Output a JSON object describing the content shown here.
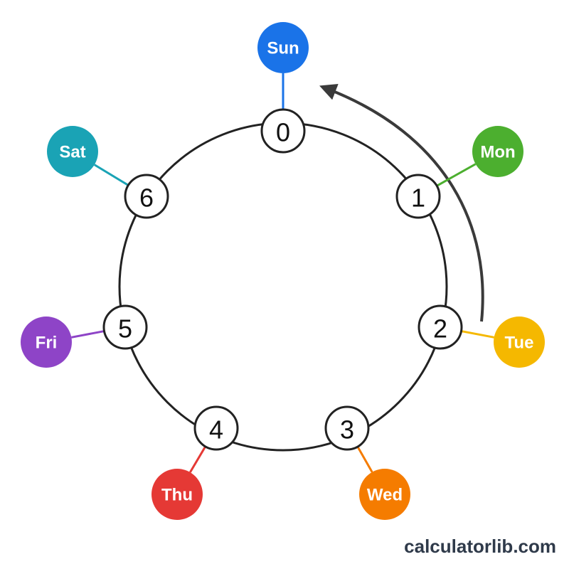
{
  "nodes": [
    {
      "number": "0",
      "day": "Sun",
      "color": "#1a73e8"
    },
    {
      "number": "1",
      "day": "Mon",
      "color": "#4caf2f"
    },
    {
      "number": "2",
      "day": "Tue",
      "color": "#f5b800"
    },
    {
      "number": "3",
      "day": "Wed",
      "color": "#f57c00"
    },
    {
      "number": "4",
      "day": "Thu",
      "color": "#e53935"
    },
    {
      "number": "5",
      "day": "Fri",
      "color": "#8e44c7"
    },
    {
      "number": "6",
      "day": "Sat",
      "color": "#1aa3b5"
    }
  ],
  "arrow_color": "#3a3a3a",
  "ring_color": "#222222",
  "watermark": "calculatorlib.com"
}
